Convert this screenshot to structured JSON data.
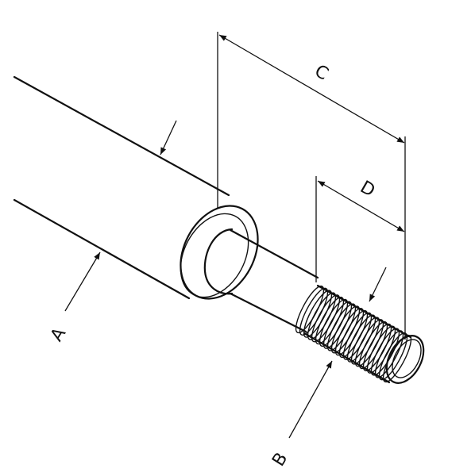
{
  "labels": {
    "a": "A",
    "b": "B",
    "c": "C",
    "d": "D"
  },
  "colors": {
    "line": "#111111",
    "background": "#ffffff"
  }
}
